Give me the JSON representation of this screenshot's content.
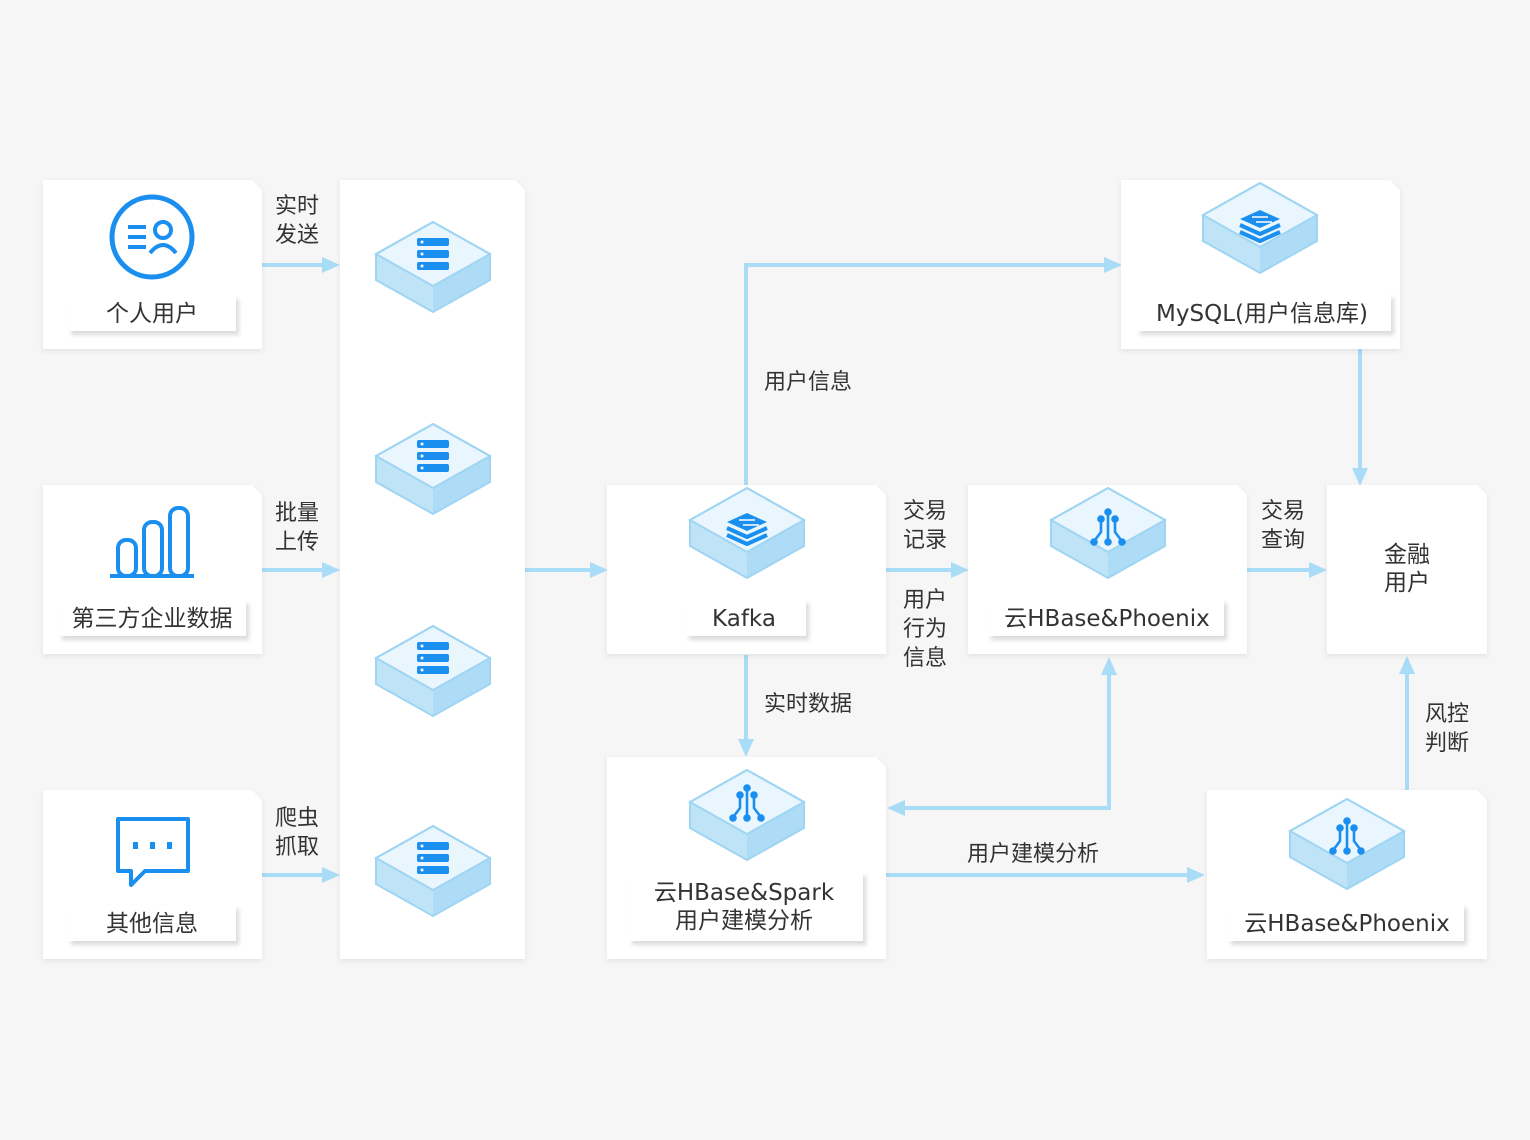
{
  "colors": {
    "background": "#f6f6f6",
    "card": "#ffffff",
    "arrow": "#a9dcf7",
    "icon_blue": "#1a8ff0",
    "cube_top": "#e2f3fd",
    "cube_side": "#bfe4f8",
    "cube_edge": "#9fd5f3"
  },
  "sources": [
    {
      "label": "个人用户",
      "icon": "user-profile-icon"
    },
    {
      "label": "第三方企业数据",
      "icon": "bar-chart-icon"
    },
    {
      "label": "其他信息",
      "icon": "message-bubble-icon"
    }
  ],
  "ingest_edges": [
    {
      "line1": "实时",
      "line2": "发送"
    },
    {
      "line1": "批量",
      "line2": "上传"
    },
    {
      "line1": "爬虫",
      "line2": "抓取"
    }
  ],
  "ingest_column": {
    "icon": "server-stack-icon",
    "count": 4
  },
  "nodes": {
    "kafka": {
      "label": "Kafka",
      "icon": "layers-icon"
    },
    "mysql": {
      "label": "MySQL(用户信息库)",
      "icon": "layers-icon"
    },
    "hbase_phoenix_main": {
      "label": "云HBase&Phoenix",
      "icon": "circuit-icon"
    },
    "financial_user": {
      "line1": "金融",
      "line2": "用户"
    },
    "hbase_spark": {
      "line1": "云HBase&Spark",
      "line2": "用户建模分析",
      "icon": "circuit-icon"
    },
    "hbase_phoenix_risk": {
      "label": "云HBase&Phoenix",
      "icon": "circuit-icon"
    }
  },
  "edge_labels": {
    "user_info": "用户信息",
    "trade_record": {
      "line1": "交易",
      "line2": "记录"
    },
    "user_behavior": {
      "line1": "用户",
      "line2": "行为",
      "line3": "信息"
    },
    "trade_query": {
      "line1": "交易",
      "line2": "查询"
    },
    "realtime_data": "实时数据",
    "user_modeling": "用户建模分析",
    "risk_judgement": {
      "line1": "风控",
      "line2": "判断"
    }
  }
}
